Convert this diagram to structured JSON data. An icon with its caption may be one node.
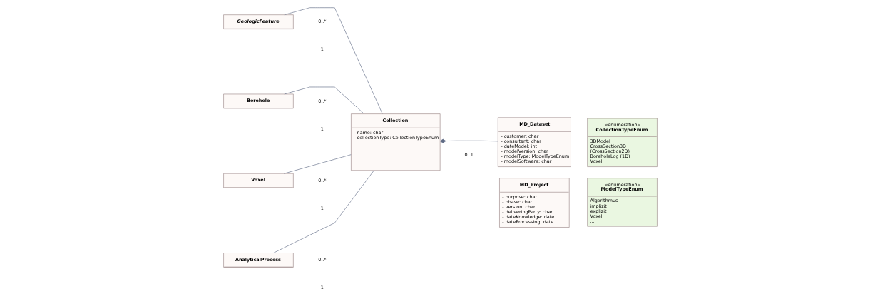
{
  "diagram": {
    "nodes": [
      {
        "text": [
          "GeologicFeature"
        ]
      },
      {
        "text": [
          "Borehole"
        ]
      },
      {
        "text": [
          "Voxel"
        ]
      },
      {
        "text": [
          "AnalyticalProcess"
        ]
      },
      {
        "text": [
          "Collection",
          "- name: char",
          "- collectionType: CollectionTypeEnum"
        ]
      },
      {
        "text": [
          "MD_Dataset",
          "- customer: char",
          "- consultant: char",
          "- dateModel: int",
          "- modelVersion: char",
          "- modelType: ModelTypeEnum",
          "- modelSoftware: char"
        ]
      },
      {
        "text": [
          "MD_Project",
          "- purpose: char",
          "- phase: char",
          "- version: char",
          "- deliveringParty: char",
          "- dateKnowledge: date",
          "- dateProcessing: date"
        ]
      },
      {
        "text": [
          "«enumeration»",
          "CollectionTypeEnum",
          "3DModel",
          "CrossSection3D",
          "(CrossSection2D)",
          "BoreholeLog (1D)",
          "Voxel"
        ]
      },
      {
        "text": [
          "«enumeration»",
          "ModelTypeEnum",
          "Algorithmus",
          "implizit",
          "explizit",
          "Voxel",
          "..."
        ]
      }
    ],
    "edges": [
      {
        "from": 0,
        "to": 4,
        "arrow": "none"
      },
      {
        "from": 1,
        "to": 4,
        "arrow": "none"
      },
      {
        "from": 2,
        "to": 4,
        "arrow": "none"
      },
      {
        "from": 3,
        "to": 4,
        "arrow": "none"
      },
      {
        "from": 4,
        "to": 5,
        "arrow": "other"
      }
    ],
    "labels": [
      "0..*",
      "1",
      "0..*",
      "1",
      "0..*",
      "1",
      "0..*",
      "1",
      "0..1"
    ]
  }
}
